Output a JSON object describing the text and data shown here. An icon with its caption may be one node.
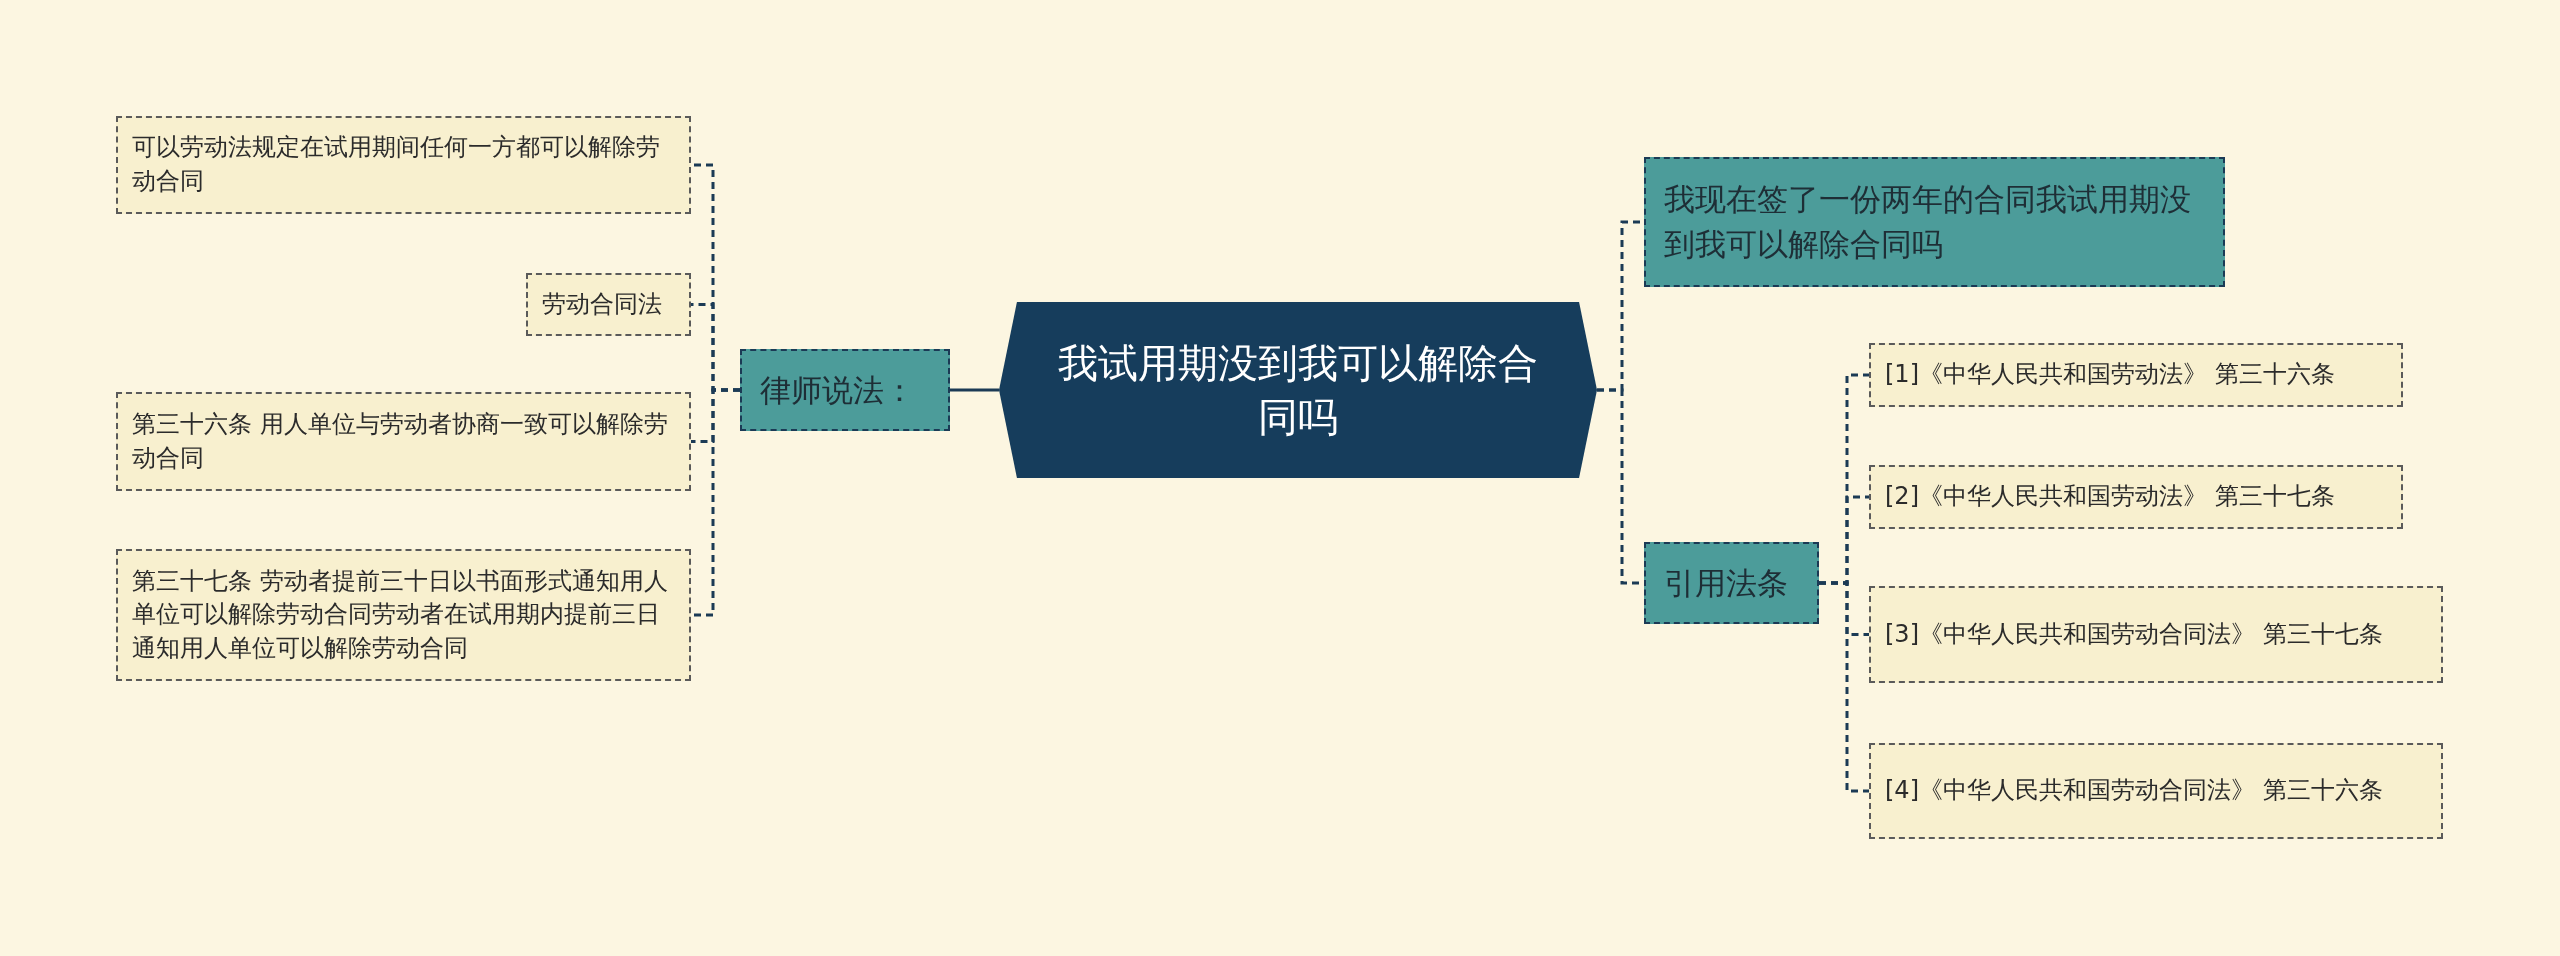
{
  "diagram": {
    "nodes": [
      {
        "text": [
          "我试用期没到我可以解除合同吗"
        ]
      },
      {
        "text": [
          "律师说法："
        ]
      },
      {
        "text": [
          "可以劳动法规定在试用期间任何一方都可以解除劳动合同"
        ]
      },
      {
        "text": [
          "劳动合同法"
        ]
      },
      {
        "text": [
          "第三十六条 用人单位与劳动者协商一致可以解除劳动合同"
        ]
      },
      {
        "text": [
          "第三十七条 劳动者提前三十日以书面形式通知用人单位可以解除劳动合同劳动者在试用期内提前三日通知用人单位可以解除劳动合同"
        ]
      },
      {
        "text": [
          "我现在签了一份两年的合同我试用期没到我可以解除合同吗"
        ]
      },
      {
        "text": [
          "引用法条"
        ]
      },
      {
        "text": [
          "[1]《中华人民共和国劳动法》 第三十六条"
        ]
      },
      {
        "text": [
          "[2]《中华人民共和国劳动法》 第三十七条"
        ]
      },
      {
        "text": [
          "[3]《中华人民共和国劳动合同法》 第三十七条"
        ]
      },
      {
        "text": [
          "[4]《中华人民共和国劳动合同法》 第三十六条"
        ]
      }
    ],
    "edges": [
      {
        "from": 0,
        "to": 1,
        "arrow": "none"
      },
      {
        "from": 1,
        "to": 2,
        "arrow": "none",
        "style": "dashed"
      },
      {
        "from": 1,
        "to": 3,
        "arrow": "none",
        "style": "dashed"
      },
      {
        "from": 1,
        "to": 4,
        "arrow": "none",
        "style": "dashed"
      },
      {
        "from": 1,
        "to": 5,
        "arrow": "none",
        "style": "dashed"
      },
      {
        "from": 0,
        "to": 6,
        "arrow": "none",
        "style": "dashed"
      },
      {
        "from": 0,
        "to": 7,
        "arrow": "none",
        "style": "dashed"
      },
      {
        "from": 7,
        "to": 8,
        "arrow": "none",
        "style": "dashed"
      },
      {
        "from": 7,
        "to": 9,
        "arrow": "none",
        "style": "dashed"
      },
      {
        "from": 7,
        "to": 10,
        "arrow": "none",
        "style": "dashed"
      },
      {
        "from": 7,
        "to": 11,
        "arrow": "none",
        "style": "dashed"
      }
    ]
  }
}
